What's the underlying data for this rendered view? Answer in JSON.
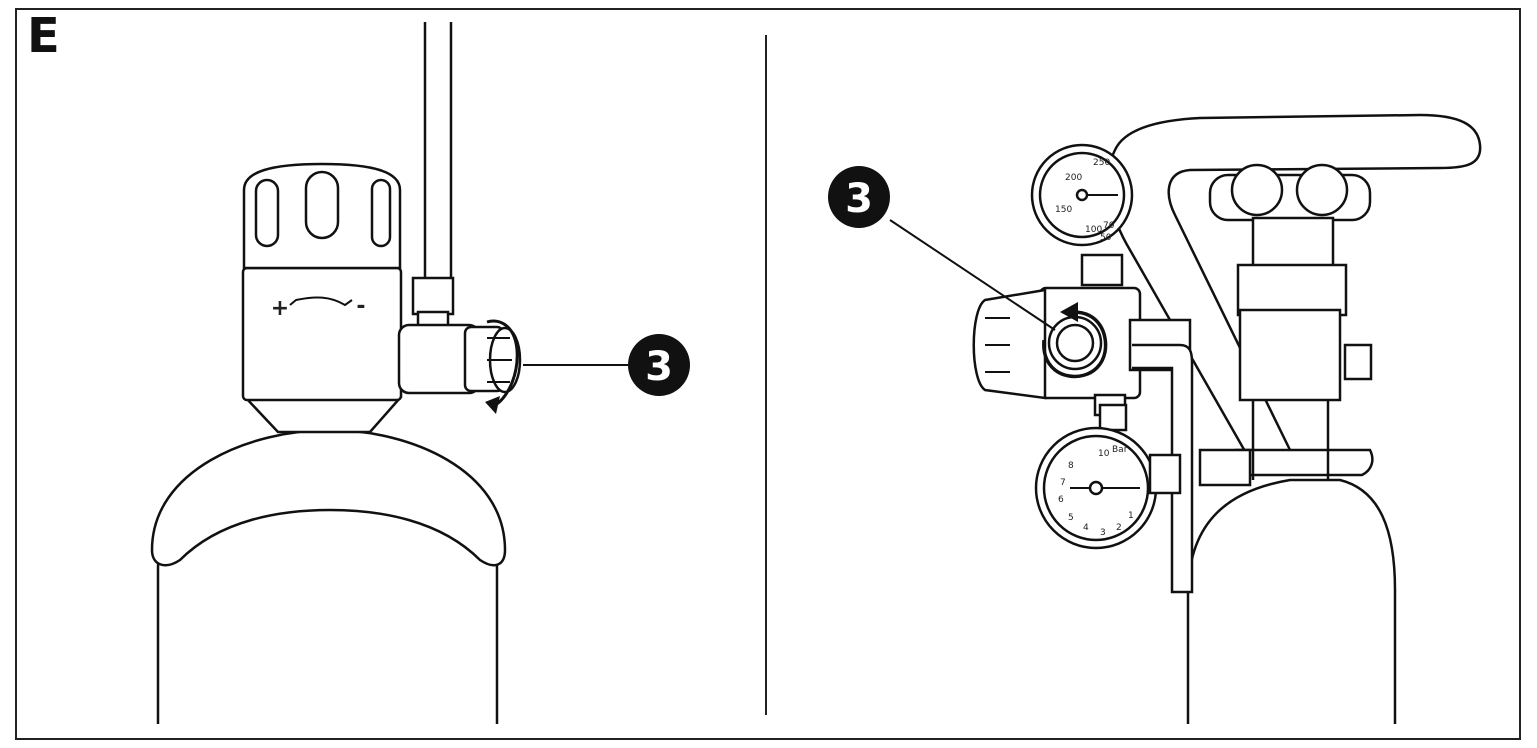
{
  "figure": {
    "panel_label": "E",
    "left_view": {
      "callout_number": "3",
      "adjust_plus": "+",
      "adjust_minus": "-"
    },
    "right_view": {
      "callout_number": "3",
      "high_pressure_gauge": {
        "ticks": [
          "50",
          "70",
          "100",
          "150",
          "200",
          "250"
        ]
      },
      "low_pressure_gauge": {
        "ticks": [
          "1",
          "2",
          "3",
          "4",
          "5",
          "6",
          "7",
          "8",
          "10"
        ],
        "unit": "Bar"
      }
    }
  }
}
